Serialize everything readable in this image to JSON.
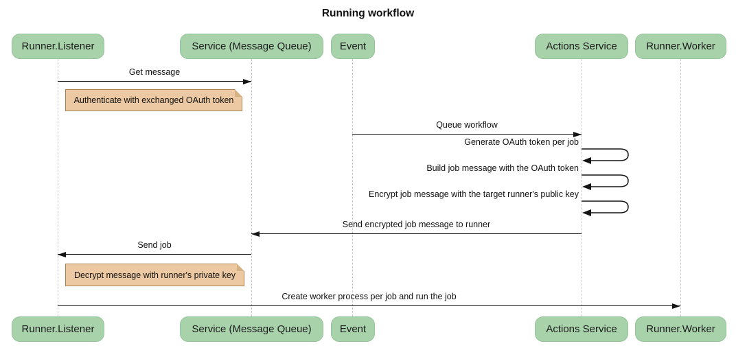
{
  "title": "Running workflow",
  "diagram_type": "sequence-diagram",
  "actors": [
    {
      "label": "Runner.Listener"
    },
    {
      "label": "Service (Message Queue)"
    },
    {
      "label": "Event"
    },
    {
      "label": "Actions Service"
    },
    {
      "label": "Runner.Worker"
    }
  ],
  "messages": [
    {
      "label": "Get message",
      "from": "Runner.Listener",
      "to": "Service (Message Queue)",
      "type": "solid-arrow"
    },
    {
      "label": "Queue workflow",
      "from": "Event",
      "to": "Actions Service",
      "type": "solid-arrow"
    },
    {
      "label": "Generate OAuth token per job",
      "from": "Actions Service",
      "to": "Actions Service",
      "type": "self-loop"
    },
    {
      "label": "Build job message with the OAuth token",
      "from": "Actions Service",
      "to": "Actions Service",
      "type": "self-loop"
    },
    {
      "label": "Encrypt job message with the target runner's public key",
      "from": "Actions Service",
      "to": "Actions Service",
      "type": "self-loop"
    },
    {
      "label": "Send encrypted job message to runner",
      "from": "Actions Service",
      "to": "Service (Message Queue)",
      "type": "solid-arrow"
    },
    {
      "label": "Send job",
      "from": "Service (Message Queue)",
      "to": "Runner.Listener",
      "type": "solid-arrow"
    },
    {
      "label": "Create worker process per job and run the job",
      "from": "Runner.Listener",
      "to": "Runner.Worker",
      "type": "solid-arrow"
    }
  ],
  "notes": [
    {
      "label": "Authenticate with exchanged OAuth token",
      "over": "Runner.Listener"
    },
    {
      "label": "Decrypt message with runner's private key",
      "over": "Runner.Listener"
    }
  ],
  "colors": {
    "actor_fill": "#a7d2aa",
    "actor_border": "#94c29a",
    "note_fill": "#ecc9a2",
    "note_border": "#a9814e",
    "line": "#141414",
    "lifeline": "#c8c8c8",
    "background": "#ffffff"
  }
}
